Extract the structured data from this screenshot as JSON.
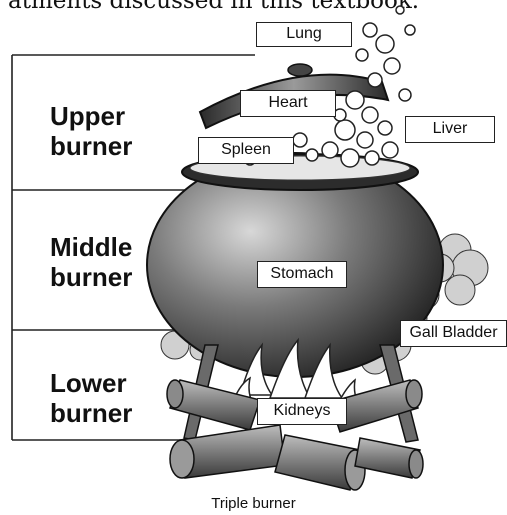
{
  "header_fragment": "atments discussed in this textbook.",
  "burners": [
    {
      "line1": "Upper",
      "line2": "burner"
    },
    {
      "line1": "Middle",
      "line2": "burner"
    },
    {
      "line1": "Lower",
      "line2": "burner"
    }
  ],
  "organs": {
    "lung": "Lung",
    "heart": "Heart",
    "liver": "Liver",
    "spleen": "Spleen",
    "stomach": "Stomach",
    "gall_bladder": "Gall Bladder",
    "kidneys": "Kidneys"
  },
  "caption": "Triple burner"
}
